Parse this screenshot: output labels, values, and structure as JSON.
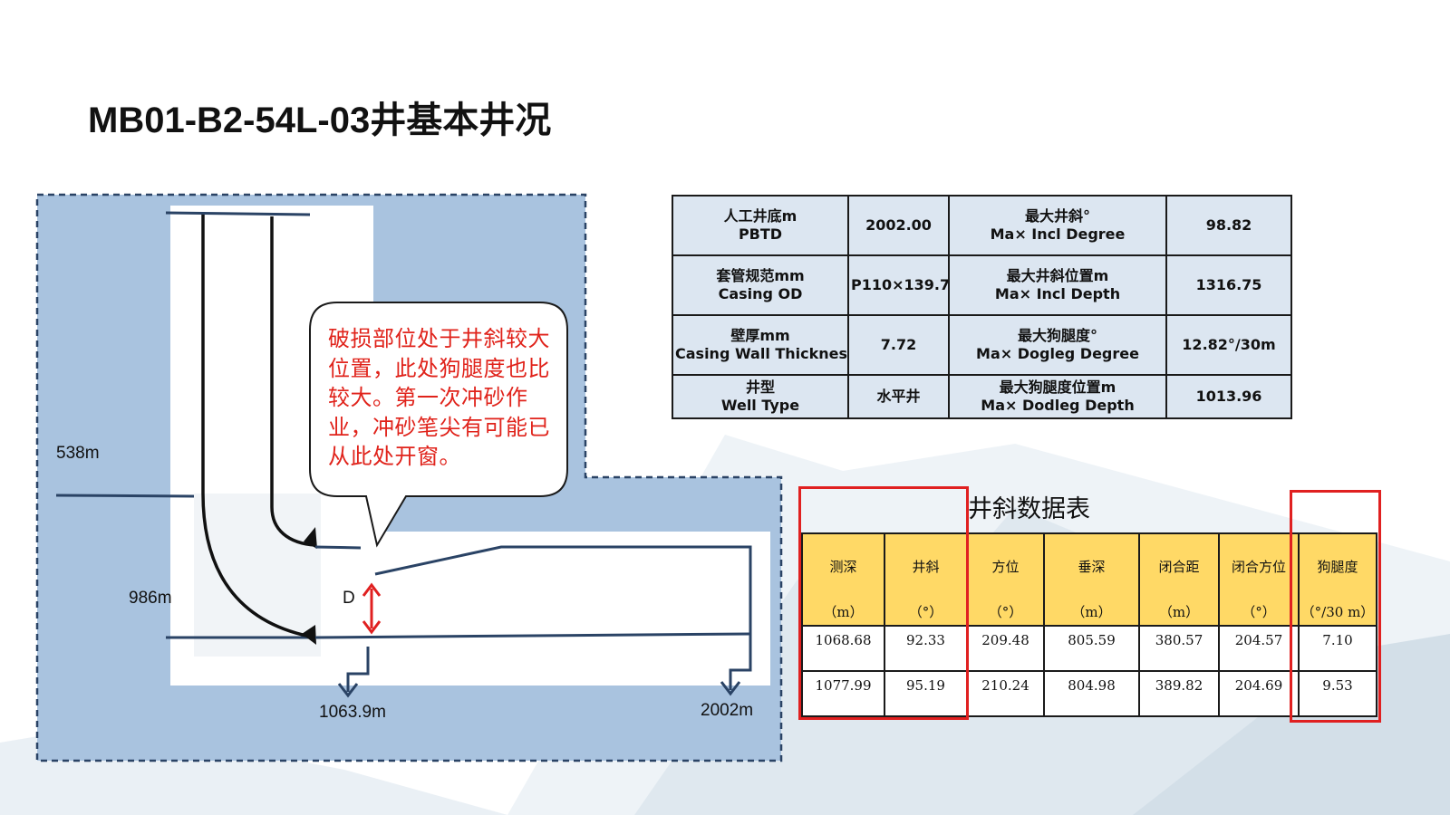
{
  "title": "MB01-B2-54L-03井基本井况",
  "colors": {
    "panel_blue": "#a9c3df",
    "pipe": "#2a4365",
    "arrow_red": "#e02020",
    "callout_text": "#e0231b",
    "header_yellow": "#ffd966",
    "info_cell": "#dce6f1"
  },
  "diagram": {
    "labels": {
      "depth_538": "538m",
      "depth_986": "986m",
      "depth_1063": "1063.9m",
      "depth_2002": "2002m",
      "d_marker": "D"
    },
    "callout": "破损部位处于井斜较大位置，此处狗腿度也比较大。第一次冲砂作业，冲砂笔尖有可能已从此处开窗。"
  },
  "info_table": [
    {
      "label_cn": "人工井底m",
      "label_en": "PBTD",
      "value": "2002.00",
      "label2_cn": "最大井斜°",
      "label2_en": "Ma× Incl Degree",
      "value2": "98.82"
    },
    {
      "label_cn": "套管规范mm",
      "label_en": "Casing OD",
      "value": "P110×139.7",
      "label2_cn": "最大井斜位置m",
      "label2_en": "Ma× Incl Depth",
      "value2": "1316.75"
    },
    {
      "label_cn": "壁厚mm",
      "label_en": "Casing Wall Thickness",
      "value": "7.72",
      "label2_cn": "最大狗腿度°",
      "label2_en": "Ma× Dogleg Degree",
      "value2": "12.82°/30m"
    },
    {
      "label_cn": "井型",
      "label_en": "Well Type",
      "value": "水平井",
      "label2_cn": "最大狗腿度位置m",
      "label2_en": "Ma× Dodleg Depth",
      "value2": "1013.96"
    }
  ],
  "survey": {
    "title": "井斜数据表",
    "headers": [
      "测深",
      "井斜",
      "方位",
      "垂深",
      "闭合距",
      "闭合方位",
      "狗腿度"
    ],
    "units": [
      "（m）",
      "（°）",
      "（°）",
      "（m）",
      "（m）",
      "（°）",
      "（°/30 m）"
    ],
    "rows": [
      [
        "1068.68",
        "92.33",
        "209.48",
        "805.59",
        "380.57",
        "204.57",
        "7.10"
      ],
      [
        "1077.99",
        "95.19",
        "210.24",
        "804.98",
        "389.82",
        "204.69",
        "9.53"
      ]
    ]
  }
}
